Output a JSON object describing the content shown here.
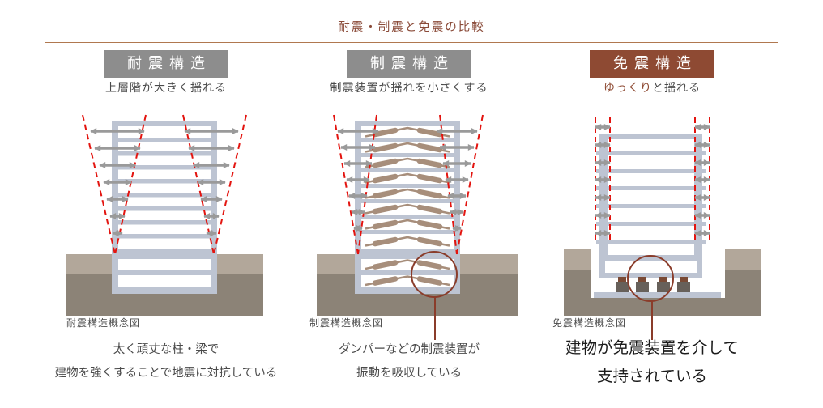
{
  "title": "耐震・制震と免震の比較",
  "colors": {
    "accent": "#8e4a33",
    "header_gray": "#8d8d8d",
    "frame": "#bdc4d2",
    "ground_light": "#b2a79a",
    "ground_dark": "#8c8377",
    "arrow": "#9a9a9a",
    "dash": "#e3140f",
    "damper": "#a78e7b",
    "circle_line": "#8a3c2a",
    "text_dark": "#4a4a4a",
    "title_color": "#8a4a38",
    "rule": "#b0784f",
    "desc3": "#1c1c1c",
    "iso_cap": "#7a4a35",
    "iso_body": "#67605a"
  },
  "columns": [
    {
      "header": "耐震構造",
      "subtitle": "上層階が大きく揺れる",
      "caption": "耐震構造概念図",
      "desc1": "太く頑丈な柱・梁で",
      "desc2": "建物を強くすることで地震に対抗している"
    },
    {
      "header": "制震構造",
      "subtitle": "制震装置が揺れを小さくする",
      "caption": "制震構造概念図",
      "desc1": "ダンパーなどの制震装置が",
      "desc2": "振動を吸収している"
    },
    {
      "header": "免震構造",
      "subtitle_accent": "ゆっくり",
      "subtitle_rest": "と揺れる",
      "caption": "免震構造概念図",
      "desc1": "建物が免震装置を介して",
      "desc2": "支持されている"
    }
  ]
}
